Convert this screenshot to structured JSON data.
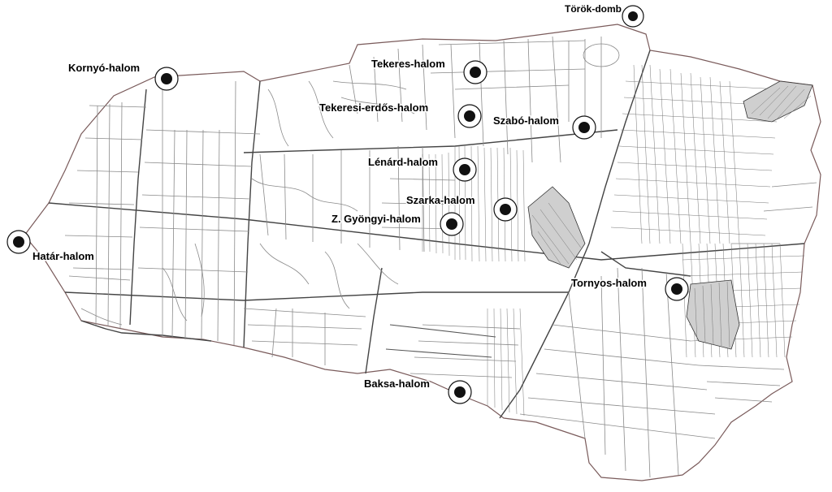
{
  "sites": [
    {
      "id": "torok-domb",
      "label": "Török-domb"
    },
    {
      "id": "kornyo-halom",
      "label": "Kornyó-halom"
    },
    {
      "id": "tekeres-halom",
      "label": "Tekeres-halom"
    },
    {
      "id": "tekeresi-erdos-halom",
      "label": "Tekeresi-erdős-halom"
    },
    {
      "id": "szabo-halom",
      "label": "Szabó-halom"
    },
    {
      "id": "lenard-halom",
      "label": "Lénárd-halom"
    },
    {
      "id": "szarka-halom",
      "label": "Szarka-halom"
    },
    {
      "id": "z-gyongyi-halom",
      "label": "Z. Gyöngyi-halom"
    },
    {
      "id": "hatar-halom",
      "label": "Határ-halom"
    },
    {
      "id": "tornyos-halom",
      "label": "Tornyos-halom"
    },
    {
      "id": "baksa-halom",
      "label": "Baksa-halom"
    }
  ],
  "icons": {
    "site_marker": "circle-with-dot-icon"
  }
}
